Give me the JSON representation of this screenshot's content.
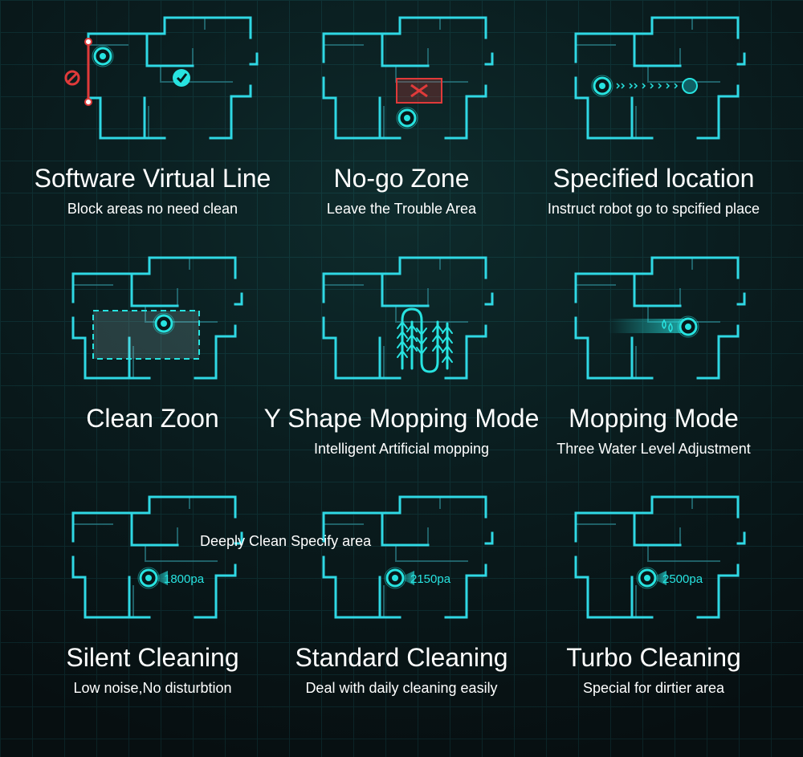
{
  "colors": {
    "accent": "#27e3e0",
    "wall": "#2fd8e4",
    "warn": "#e03a3a",
    "text": "#ffffff"
  },
  "floating_label": "Deeply Clean Specify area",
  "features": [
    {
      "title": "Software Virtual Line",
      "subtitle": "Block areas no need clean",
      "icons": [
        "forbidden-icon",
        "virtual-line-icon",
        "robot-icon",
        "check-icon"
      ]
    },
    {
      "title": "No-go Zone",
      "subtitle": "Leave the Trouble Area",
      "icons": [
        "no-go-zone-icon",
        "robot-icon"
      ]
    },
    {
      "title": "Specified location",
      "subtitle": "Instruct robot go to spcified place",
      "icons": [
        "robot-icon",
        "path-arrows-icon",
        "target-point-icon"
      ]
    },
    {
      "title": "Clean Zoon",
      "subtitle": "",
      "icons": [
        "clean-zone-rectangle-icon",
        "robot-icon"
      ]
    },
    {
      "title": "Y Shape Mopping Mode",
      "subtitle": "Intelligent Artificial mopping",
      "icons": [
        "y-shape-path-icon"
      ]
    },
    {
      "title": "Mopping Mode",
      "subtitle": "Three Water Level Adjustment",
      "icons": [
        "water-drops-icon",
        "robot-icon"
      ]
    },
    {
      "title": "Silent Cleaning",
      "subtitle": "Low noise,No disturbtion",
      "pressure": "1800pa",
      "icons": [
        "robot-icon"
      ]
    },
    {
      "title": "Standard Cleaning",
      "subtitle": "Deal with daily cleaning easily",
      "pressure": "2150pa",
      "icons": [
        "robot-icon"
      ]
    },
    {
      "title": "Turbo Cleaning",
      "subtitle": "Special for dirtier area",
      "pressure": "2500pa",
      "icons": [
        "robot-icon"
      ]
    }
  ]
}
